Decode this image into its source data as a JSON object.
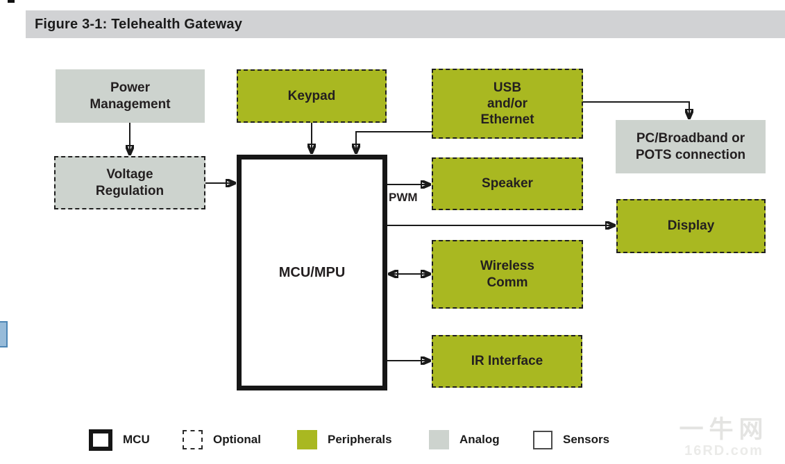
{
  "figure": {
    "title": "Figure 3-1: Telehealth Gateway"
  },
  "blocks": {
    "power_management": {
      "label": "Power\nManagement",
      "category": "analog"
    },
    "keypad": {
      "label": "Keypad",
      "category": "peripheral-optional"
    },
    "usb_ethernet": {
      "label": "USB\nand/or\nEthernet",
      "category": "peripheral-optional"
    },
    "pc_broadband": {
      "label": "PC/Broadband or\nPOTS connection",
      "category": "analog"
    },
    "voltage_regulation": {
      "label": "Voltage\nRegulation",
      "category": "analog-optional"
    },
    "mcu": {
      "label": "MCU/MPU",
      "category": "mcu"
    },
    "speaker": {
      "label": "Speaker",
      "category": "peripheral-optional"
    },
    "display": {
      "label": "Display",
      "category": "peripheral-optional"
    },
    "wireless_comm": {
      "label": "Wireless\nComm",
      "category": "peripheral-optional"
    },
    "ir_interface": {
      "label": "IR Interface",
      "category": "peripheral-optional"
    }
  },
  "annotations": {
    "pwm": "PWM"
  },
  "connections": [
    {
      "from": "power_management",
      "to": "voltage_regulation",
      "direction": "one-way"
    },
    {
      "from": "voltage_regulation",
      "to": "mcu",
      "direction": "one-way"
    },
    {
      "from": "keypad",
      "to": "mcu",
      "direction": "one-way"
    },
    {
      "from": "usb_ethernet",
      "to": "mcu",
      "direction": "one-way"
    },
    {
      "from": "usb_ethernet",
      "to": "pc_broadband",
      "direction": "one-way"
    },
    {
      "from": "mcu",
      "to": "speaker",
      "direction": "one-way",
      "label": "PWM"
    },
    {
      "from": "mcu",
      "to": "display",
      "direction": "one-way"
    },
    {
      "from": "mcu",
      "to": "wireless_comm",
      "direction": "two-way"
    },
    {
      "from": "mcu",
      "to": "ir_interface",
      "direction": "one-way"
    }
  ],
  "legend": {
    "items": [
      {
        "label": "MCU",
        "swatch": "mcu"
      },
      {
        "label": "Optional",
        "swatch": "optional"
      },
      {
        "label": "Peripherals",
        "swatch": "peripherals"
      },
      {
        "label": "Analog",
        "swatch": "analog"
      },
      {
        "label": "Sensors",
        "swatch": "sensors"
      }
    ]
  },
  "watermark": {
    "line1": "一牛网",
    "line2": "16RD.com"
  },
  "colors": {
    "peripheral_green": "#a9b821",
    "analog_gray": "#cdd3ce",
    "title_band_gray": "#d1d2d4",
    "wire_black": "#1a1a1a",
    "text": "#231f20",
    "side_tab_blue": "#97bbd9"
  }
}
